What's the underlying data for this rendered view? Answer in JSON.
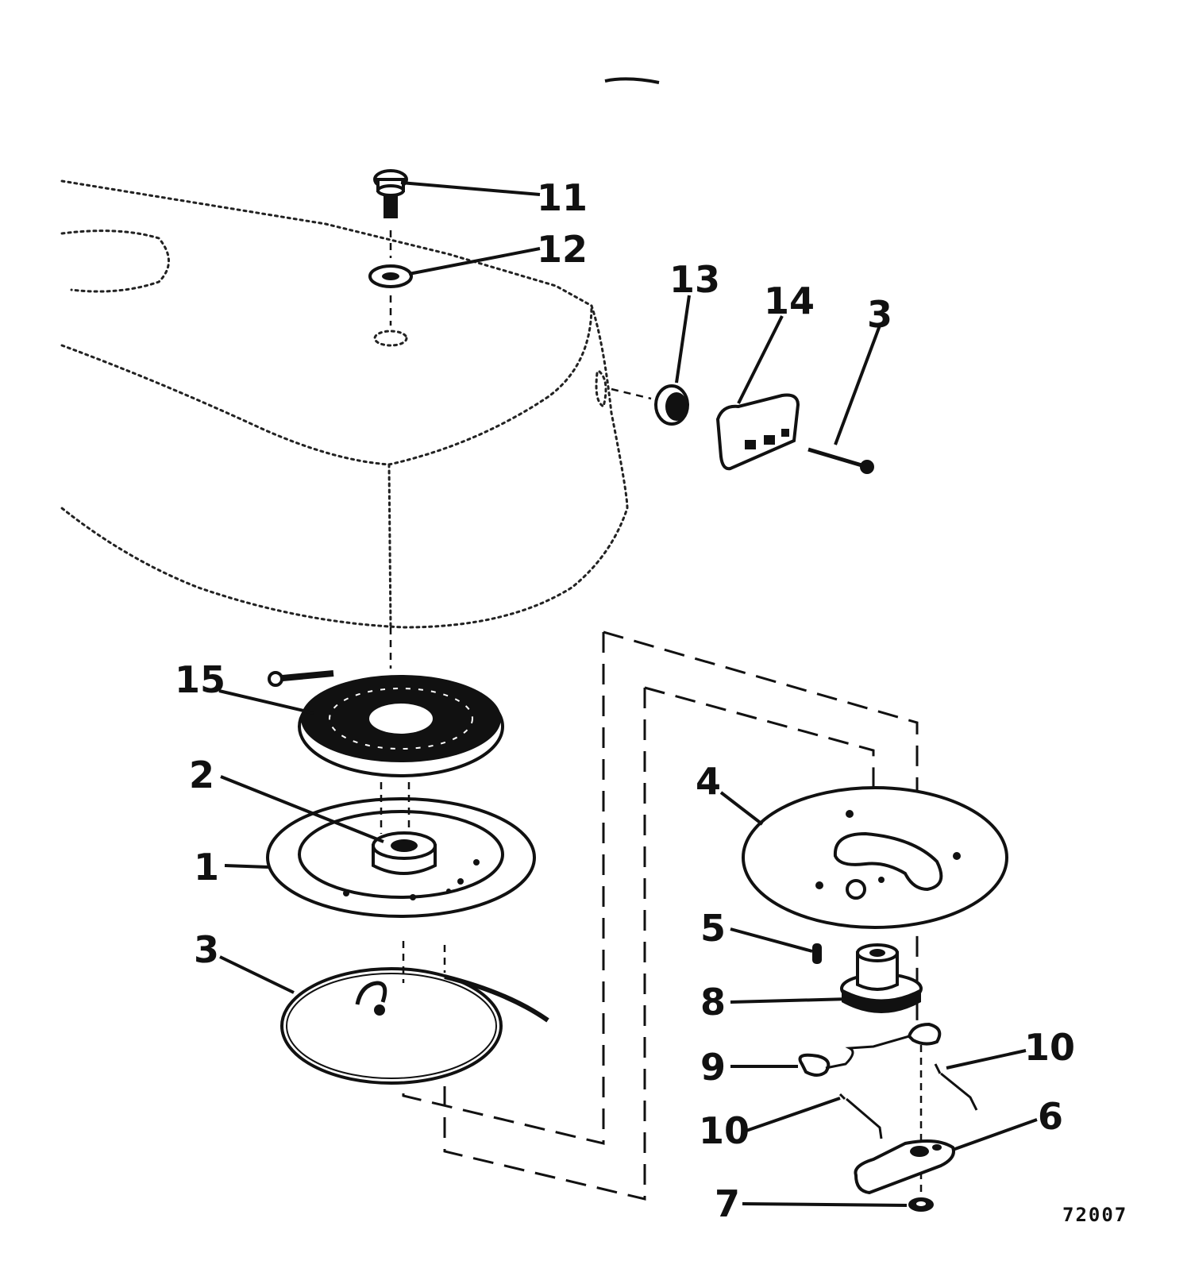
{
  "figure_id": "72007",
  "callouts": {
    "c1": "1",
    "c2": "2",
    "c3a": "3",
    "c3b": "3",
    "c4": "4",
    "c5": "5",
    "c6": "6",
    "c7": "7",
    "c8": "8",
    "c9": "9",
    "c10a": "10",
    "c10b": "10",
    "c11": "11",
    "c12": "12",
    "c13": "13",
    "c14": "14",
    "c15": "15"
  }
}
